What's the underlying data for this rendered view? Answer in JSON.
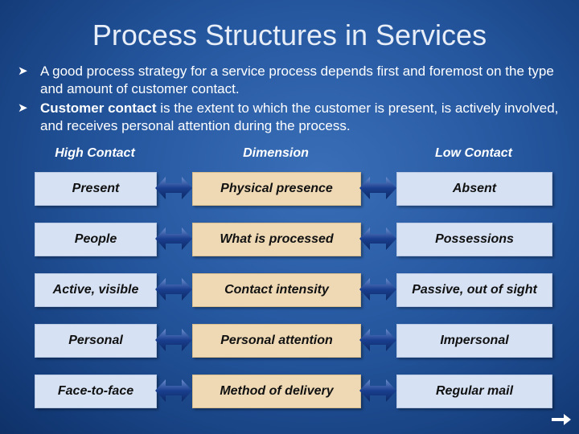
{
  "title": "Process Structures in Services",
  "bullets": [
    {
      "bold": "",
      "text": "A good process strategy for a service process depends first and foremost on the type and amount of customer contact."
    },
    {
      "bold": "Customer contact",
      "text": " is the extent to which the customer is present, is actively involved, and receives personal attention during the process."
    }
  ],
  "headers": {
    "left": "High Contact",
    "mid": "Dimension",
    "right": "Low Contact"
  },
  "rows": [
    {
      "left": "Present",
      "mid": "Physical presence",
      "right": "Absent"
    },
    {
      "left": "People",
      "mid": "What is processed",
      "right": "Possessions"
    },
    {
      "left": "Active, visible",
      "mid": "Contact intensity",
      "right": "Passive, out of sight"
    },
    {
      "left": "Personal",
      "mid": "Personal attention",
      "right": "Impersonal"
    },
    {
      "left": "Face-to-face",
      "mid": "Method of delivery",
      "right": "Regular mail"
    }
  ],
  "colors": {
    "box": "#d6e2f4",
    "box_mid": "#efd9b4",
    "arrow": "#1a3f8f",
    "background": "#25579f"
  },
  "icons": {
    "bullet": "arrow-bullet-icon",
    "next": "next-arrow-icon"
  }
}
